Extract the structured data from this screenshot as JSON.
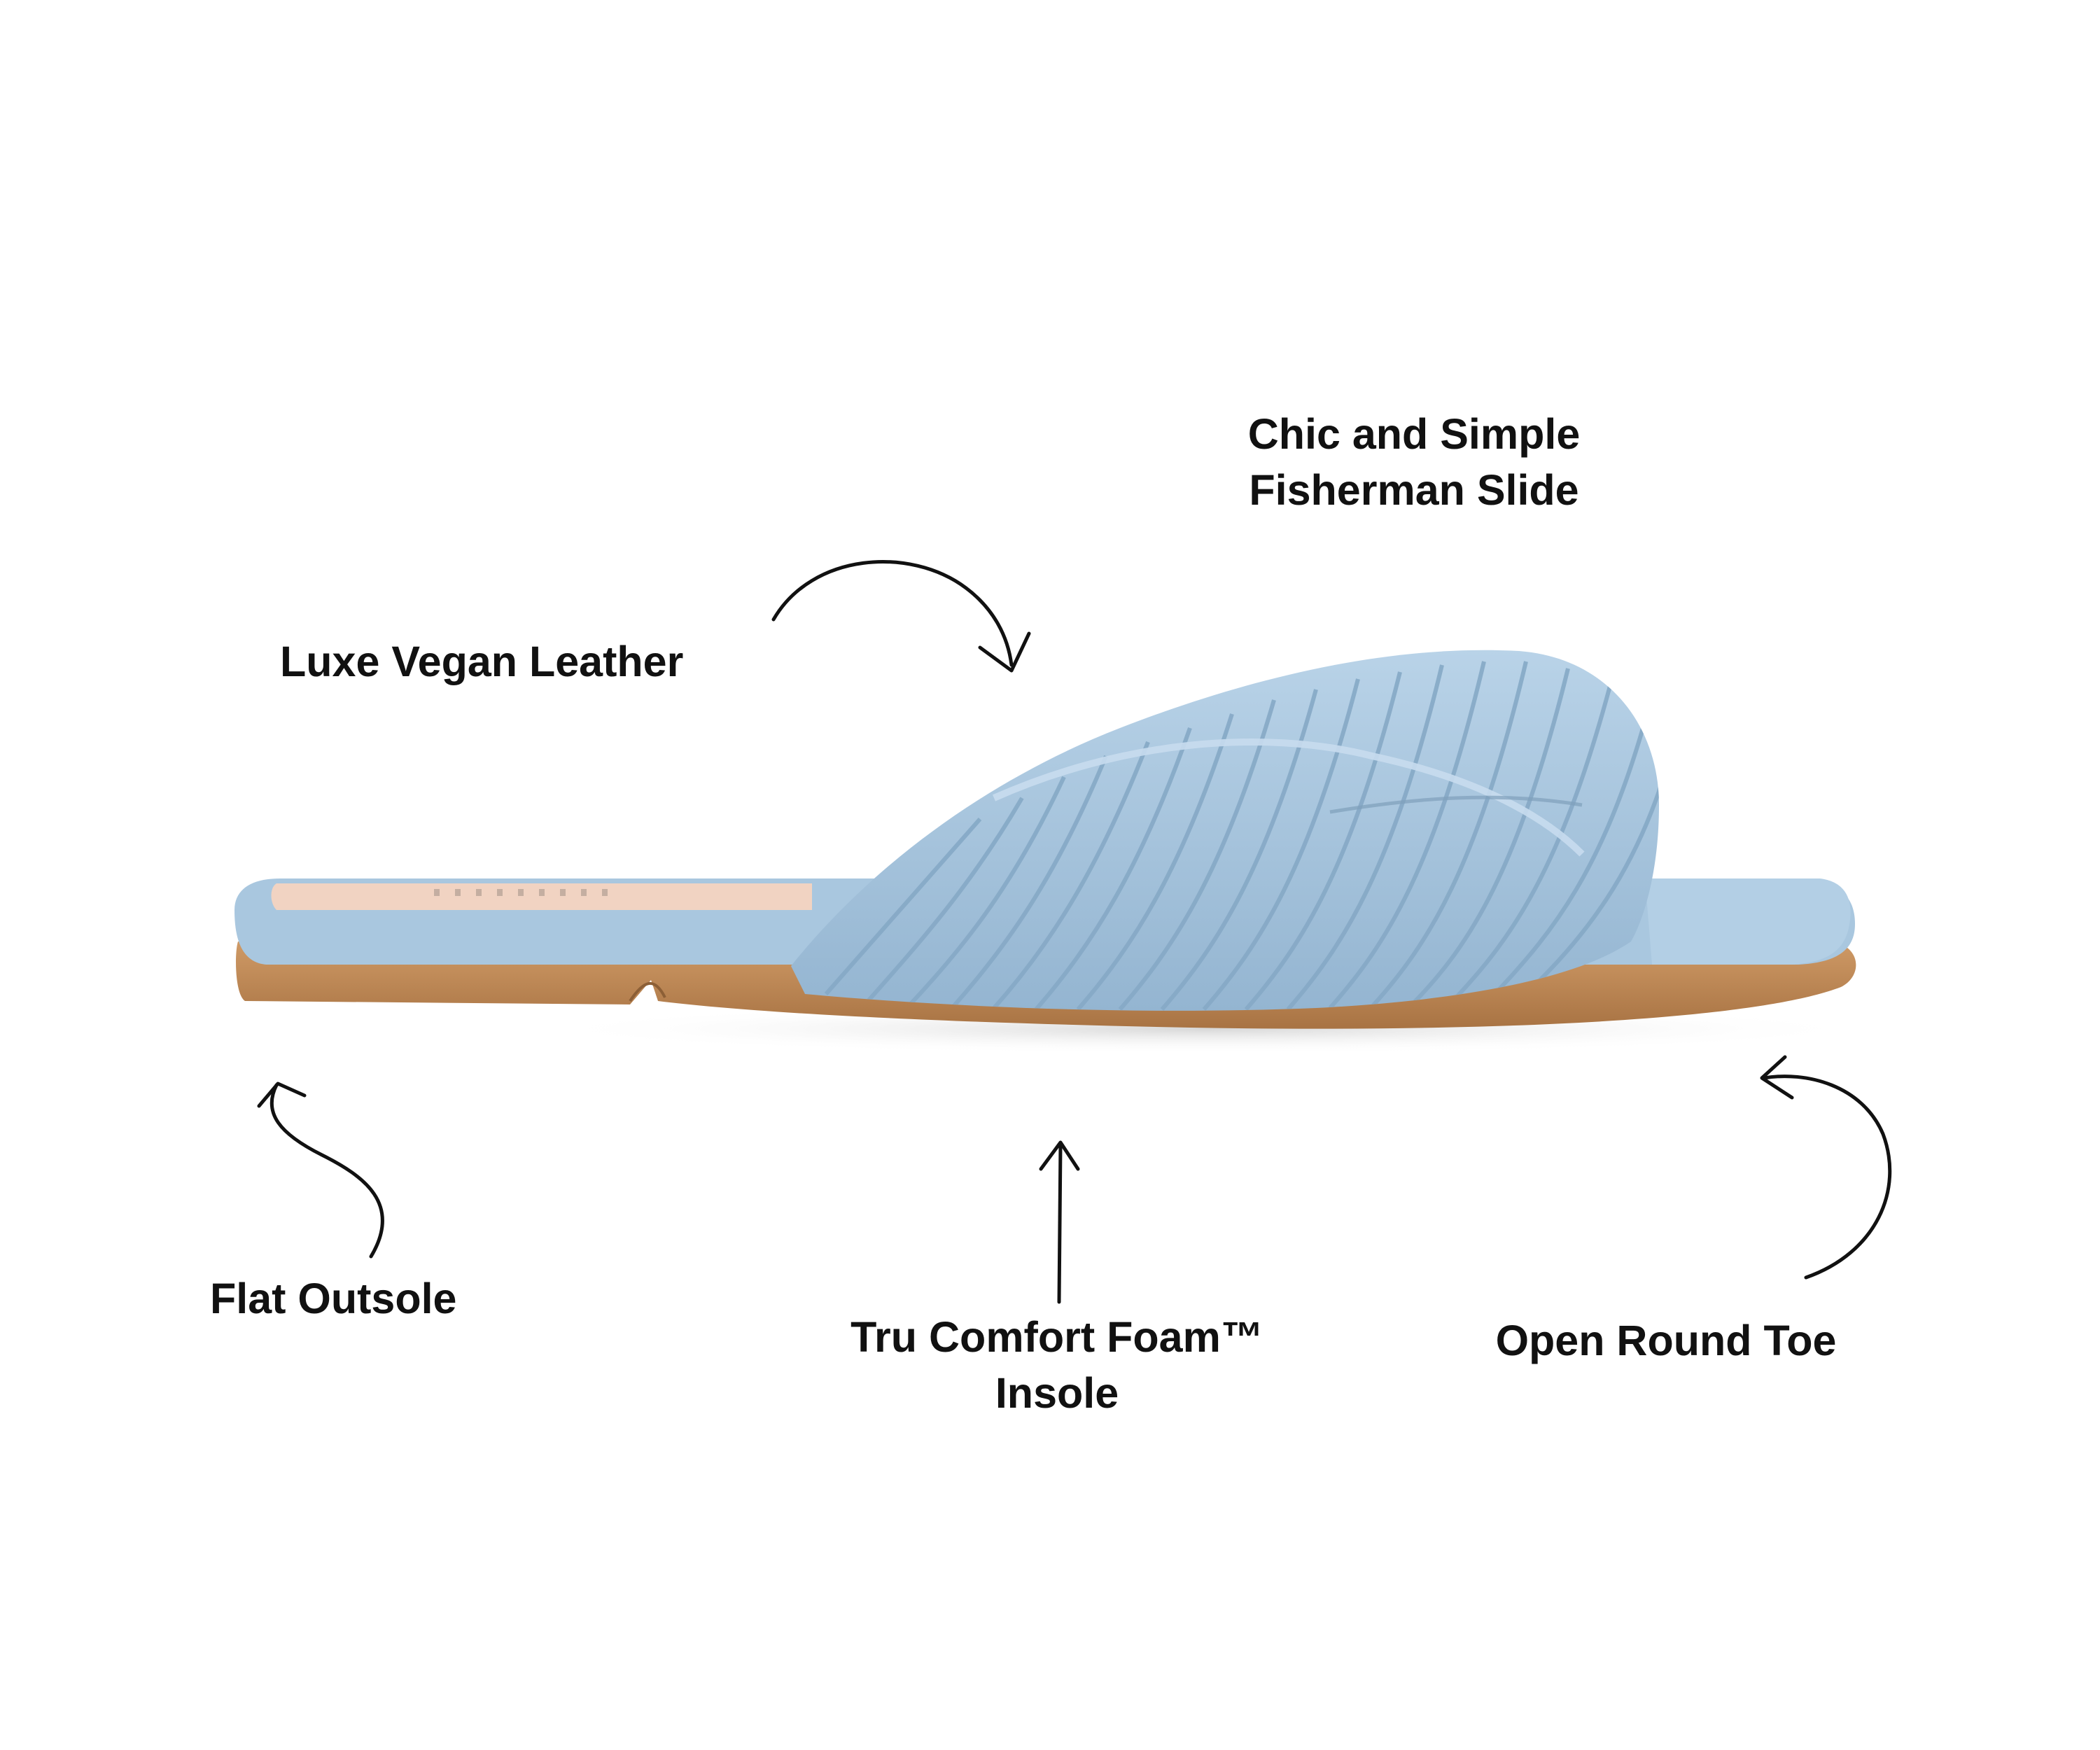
{
  "colors": {
    "background": "#ffffff",
    "text": "#111111",
    "strap_blue": "#a8c6de",
    "strap_shadow": "#86a9c6",
    "footbed_pink": "#f1d3c2",
    "outsole_tan": "#c28a57"
  },
  "product": {
    "name": "fisherman slide sandal"
  },
  "callouts": {
    "chic": {
      "line1": "Chic and Simple",
      "line2": "Fisherman Slide"
    },
    "luxe": {
      "text": "Luxe Vegan Leather"
    },
    "flat": {
      "text": "Flat Outsole"
    },
    "tru": {
      "line1": "Tru Comfort Foam™",
      "line2": "Insole"
    },
    "toe": {
      "text": "Open Round Toe"
    }
  },
  "icons": {
    "arrow": "curved-arrow-icon"
  }
}
